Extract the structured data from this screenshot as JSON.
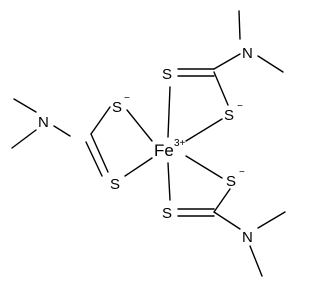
{
  "diagram": {
    "atoms": {
      "fe": "Fe",
      "fe_charge": "3+",
      "s_upper_left": "S",
      "s_upper_left_charge": "−",
      "s_left": "S",
      "s_top": "S",
      "s_right_upper": "S",
      "s_right_upper_charge": "−",
      "s_right_lower": "S",
      "s_right_lower_charge": "−",
      "s_bottom": "S",
      "n_left": "N",
      "n_top": "N",
      "n_bottom": "N"
    }
  }
}
